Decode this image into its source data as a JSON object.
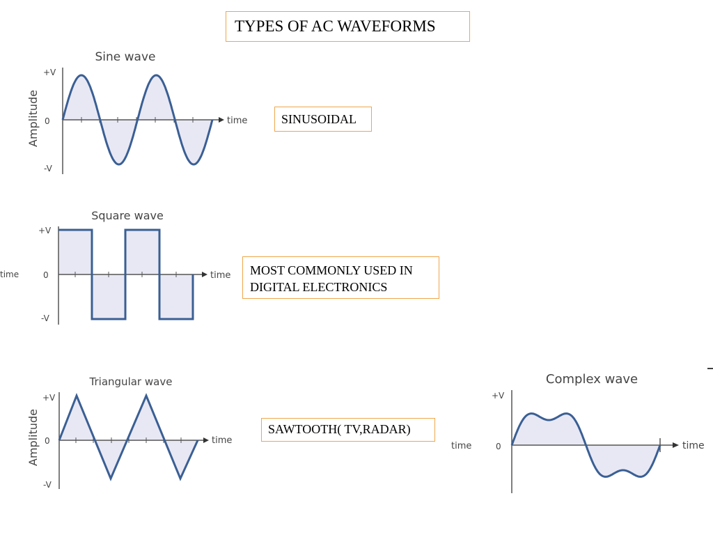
{
  "page": {
    "title": "TYPES OF AC WAVEFORMS",
    "accent_color": "#f0a64a",
    "wave_color": "#3a5f94",
    "fill_color": "#e8e8f4"
  },
  "annotations": {
    "sine": "SINUSOIDAL",
    "square_line1": "MOST COMMONLY USED IN",
    "square_line2": "DIGITAL ELECTRONICS",
    "triangular": "SAWTOOTH( TV,RADAR)"
  },
  "graphs": {
    "sine": {
      "title": "Sine wave",
      "ylabel": "Amplitude",
      "pos": "+V",
      "zero": "0",
      "neg": "-V",
      "xlabel": "time"
    },
    "square": {
      "title": "Square wave",
      "pos": "+V",
      "zero": "0",
      "neg": "-V",
      "xlabel": "time",
      "xlabel_left": "time"
    },
    "triangular": {
      "title": "Triangular wave",
      "ylabel": "Amplitude",
      "pos": "+V",
      "zero": "0",
      "neg": "-V",
      "xlabel": "time"
    },
    "complex": {
      "title": "Complex wave",
      "pos": "+V",
      "zero": "0",
      "xlabel": "time",
      "xlabel_left": "time"
    }
  }
}
